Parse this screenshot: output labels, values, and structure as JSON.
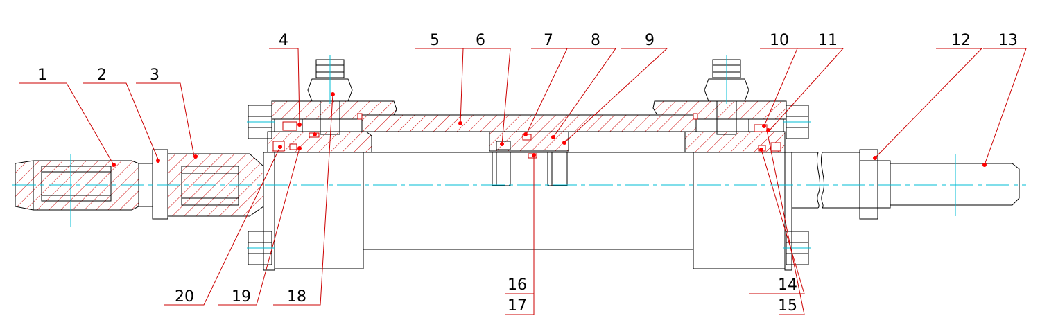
{
  "colors": {
    "outline": "#000000",
    "hatch": "#cc0000",
    "leader": "#cc0000",
    "dot": "#ff0000",
    "centerline": "#00bcd4",
    "background": "#ffffff"
  },
  "part_numbers": [
    "1",
    "2",
    "3",
    "4",
    "5",
    "6",
    "7",
    "8",
    "9",
    "10",
    "11",
    "12",
    "13",
    "14",
    "15",
    "16",
    "17",
    "18",
    "19",
    "20"
  ]
}
